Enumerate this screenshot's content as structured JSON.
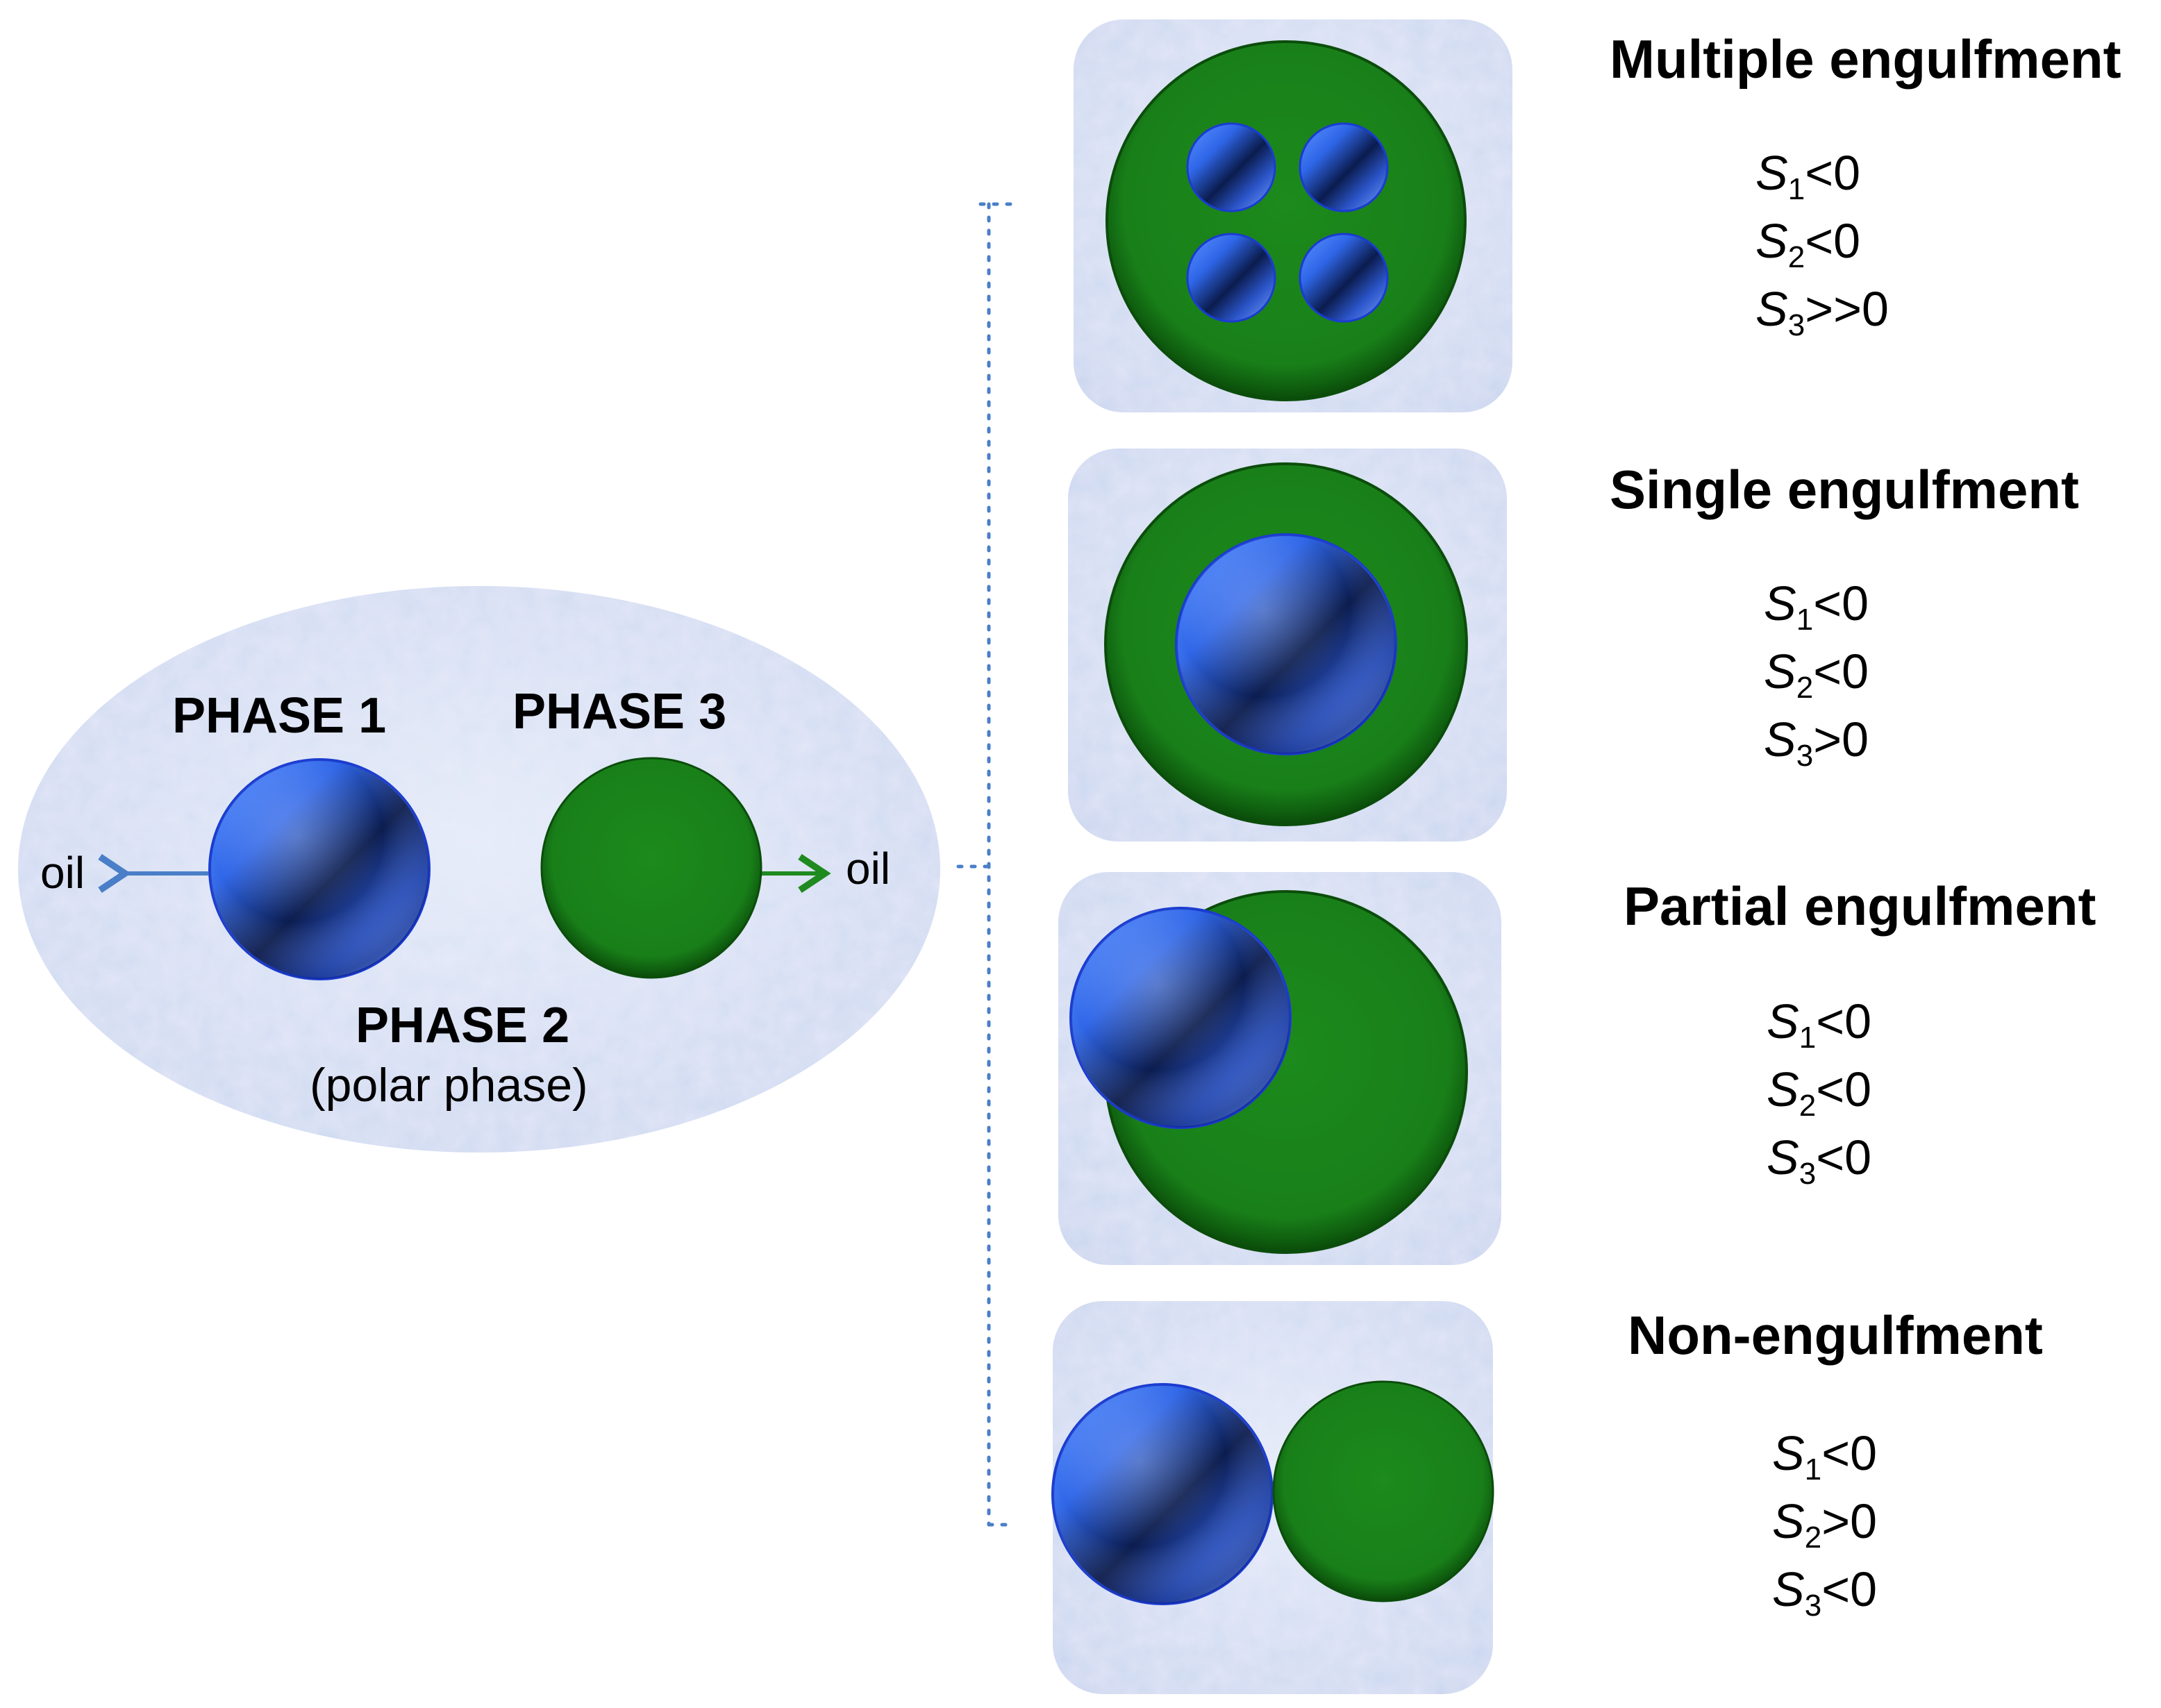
{
  "left": {
    "phase1": "PHASE 1",
    "phase3": "PHASE 3",
    "phase2": "PHASE 2",
    "phase2_note": "(polar phase)",
    "oil_left": "oil",
    "oil_right": "oil"
  },
  "rows": [
    {
      "title": "Multiple engulfment",
      "conditions": [
        {
          "s": "S",
          "i": "1",
          "rel": "<0"
        },
        {
          "s": "S",
          "i": "2",
          "rel": "<0"
        },
        {
          "s": "S",
          "i": "3",
          "rel": ">>0"
        }
      ]
    },
    {
      "title": "Single engulfment",
      "conditions": [
        {
          "s": "S",
          "i": "1",
          "rel": "<0"
        },
        {
          "s": "S",
          "i": "2",
          "rel": "<0"
        },
        {
          "s": "S",
          "i": "3",
          "rel": ">0"
        }
      ]
    },
    {
      "title": "Partial engulfment",
      "conditions": [
        {
          "s": "S",
          "i": "1",
          "rel": "<0"
        },
        {
          "s": "S",
          "i": "2",
          "rel": "<0"
        },
        {
          "s": "S",
          "i": "3",
          "rel": "<0"
        }
      ]
    },
    {
      "title": "Non-engulfment",
      "conditions": [
        {
          "s": "S",
          "i": "1",
          "rel": "<0"
        },
        {
          "s": "S",
          "i": "2",
          "rel": ">0"
        },
        {
          "s": "S",
          "i": "3",
          "rel": "<0"
        }
      ]
    }
  ],
  "colors": {
    "phase1": "#3d6ee8",
    "phase3": "#1f8a1f",
    "polar_phase": "#dce4f5",
    "connector": "#4a7fc8"
  }
}
